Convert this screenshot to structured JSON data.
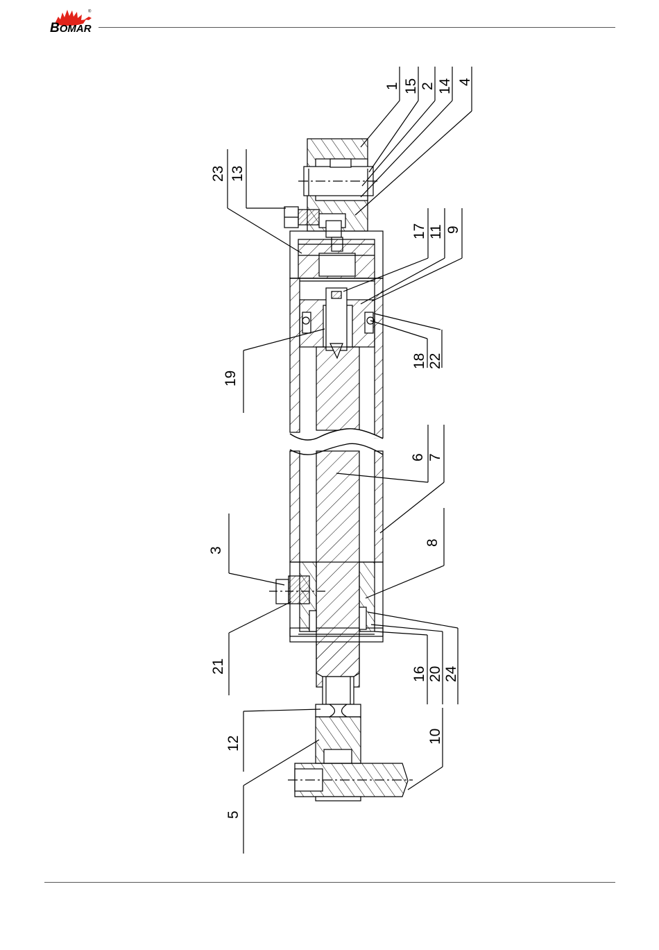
{
  "header": {
    "brand_initial": "B",
    "brand_rest": "OMAR",
    "registered_mark": "®"
  },
  "callouts": {
    "top_right": [
      "1",
      "15",
      "2",
      "14",
      "4"
    ],
    "top_left": [
      "23",
      "13"
    ],
    "mid_right_a": [
      "17",
      "11",
      "9"
    ],
    "mid_right_b": [
      "18",
      "22"
    ],
    "left_19": "19",
    "mid_right_c": [
      "6",
      "7"
    ],
    "left_3": "3",
    "right_8": "8",
    "left_21": "21",
    "right_d": [
      "16",
      "20",
      "24"
    ],
    "left_12": "12",
    "right_10": "10",
    "left_5": "5"
  },
  "colors": {
    "line": "#000000",
    "logo_red": "#e2231a"
  }
}
